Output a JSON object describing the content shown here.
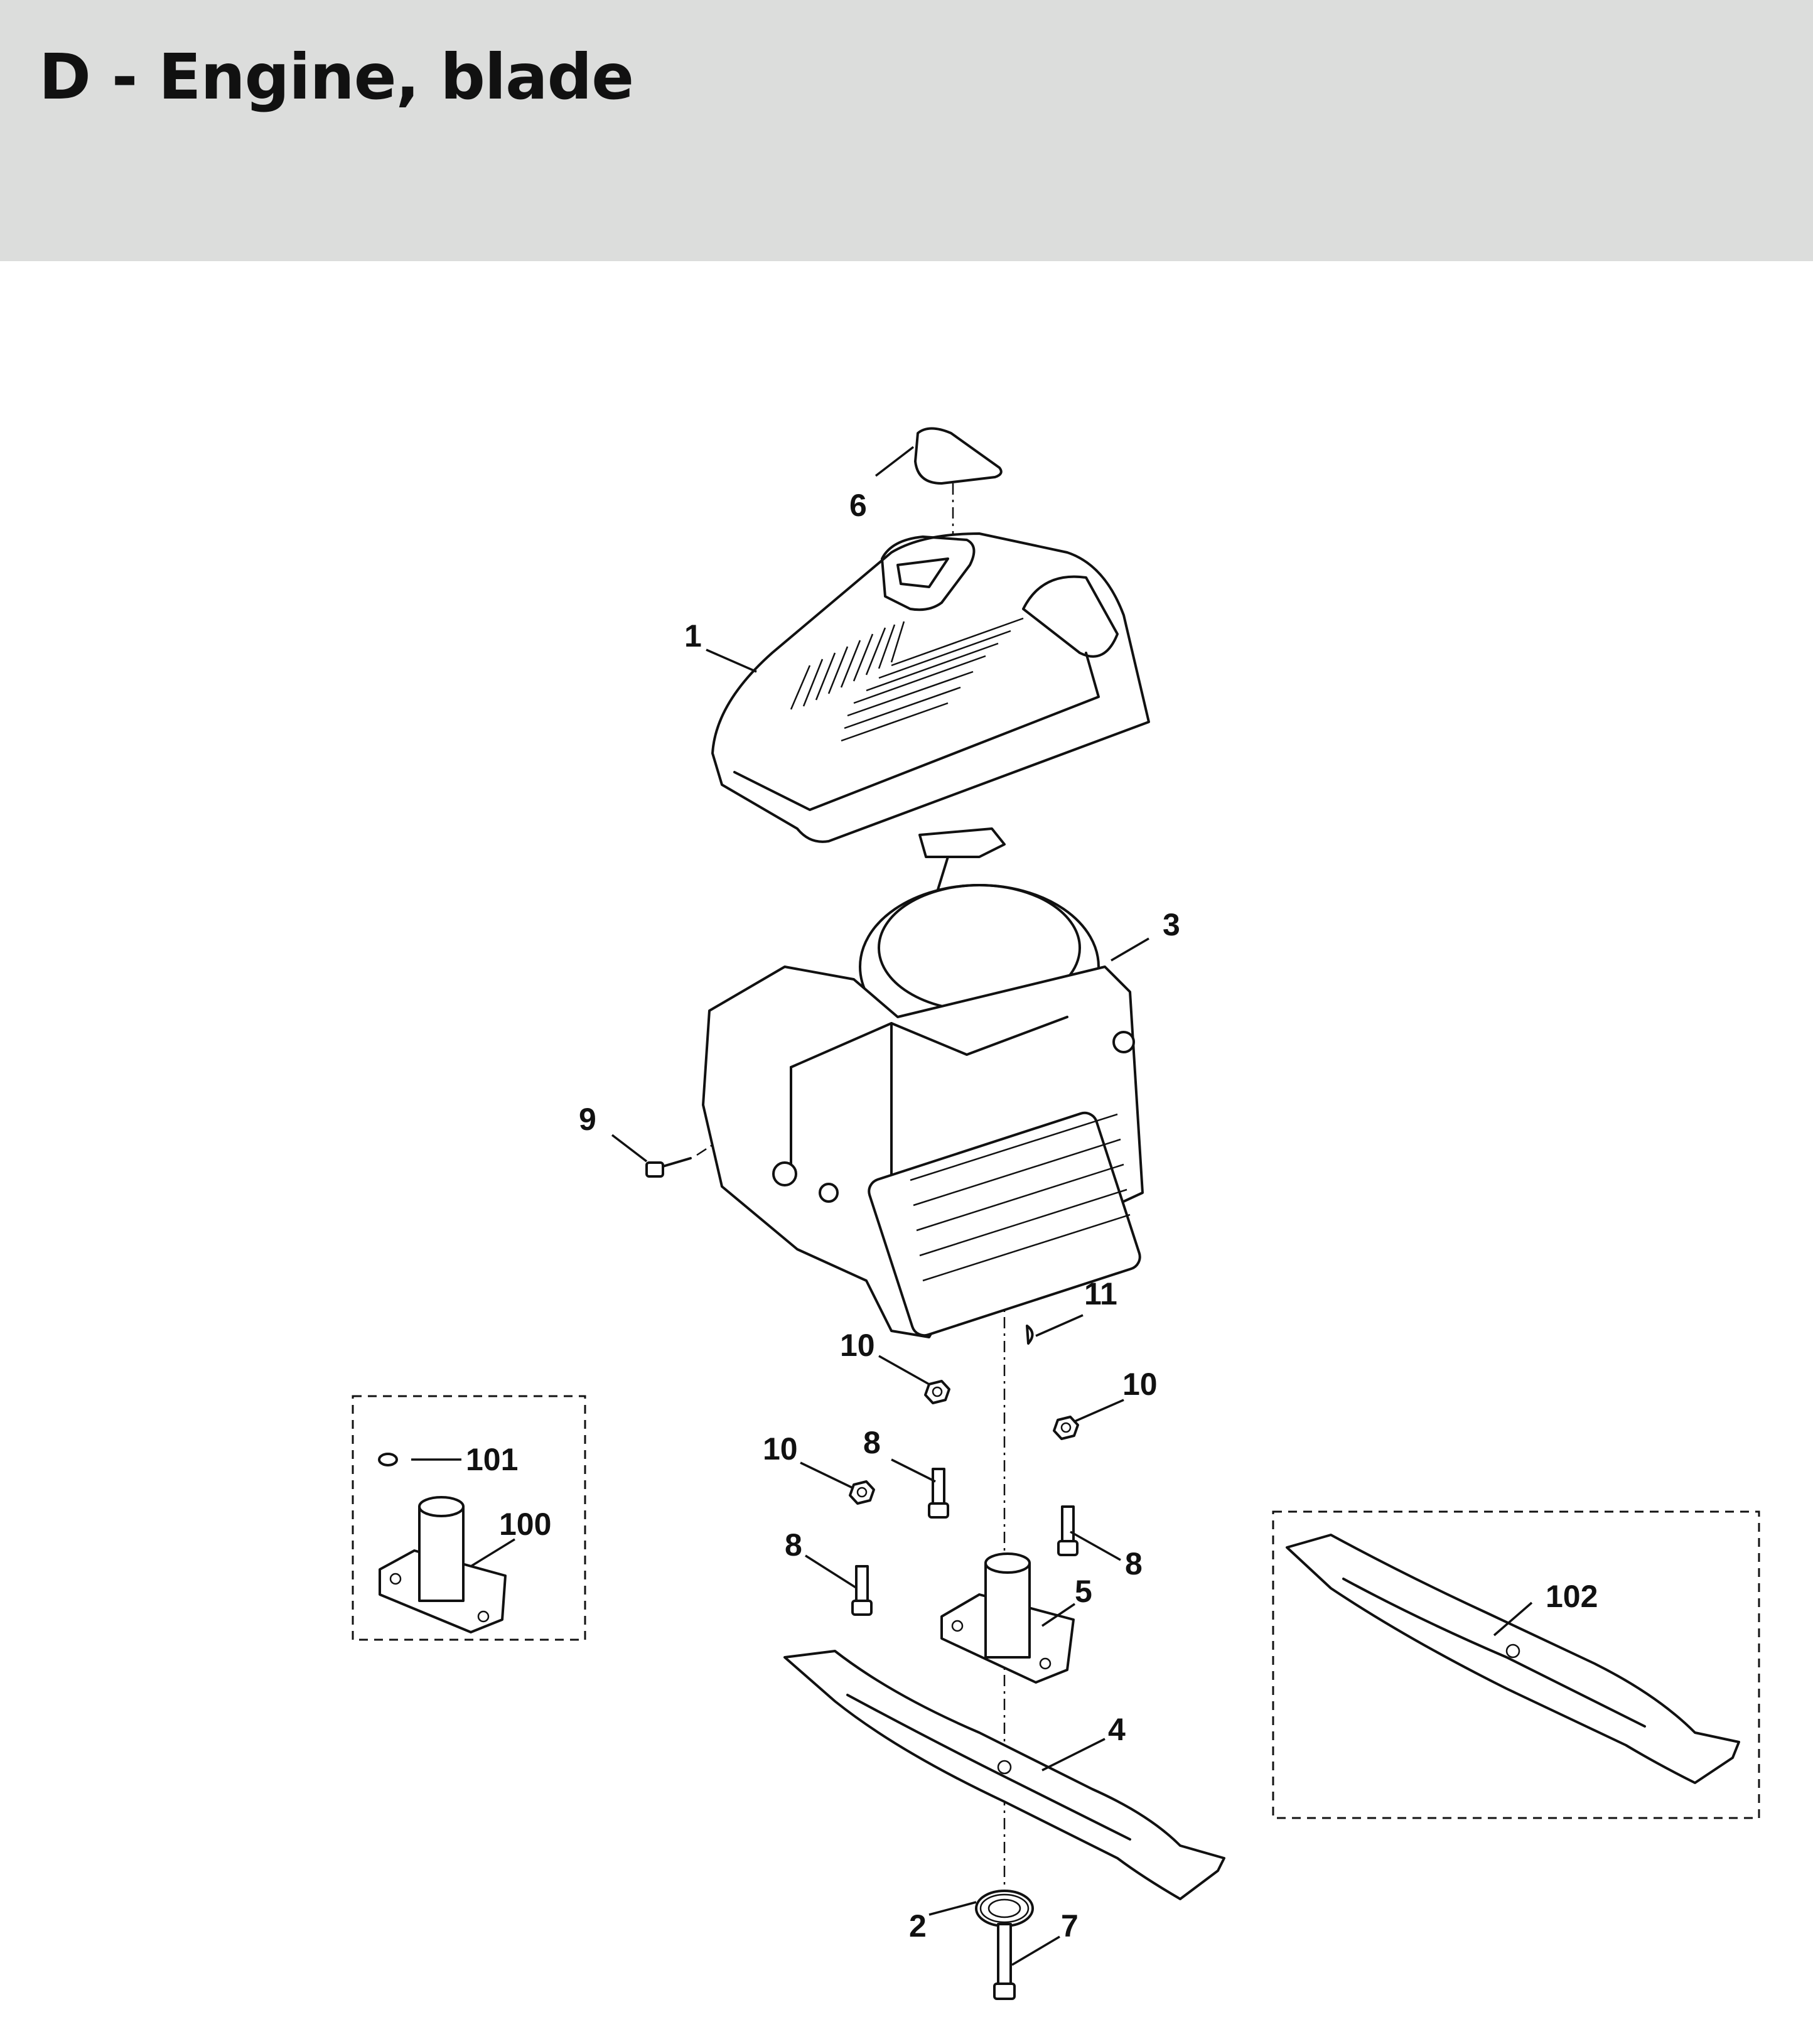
{
  "title": "D - Engine, blade",
  "labels": {
    "p1": "1",
    "p2": "2",
    "p3": "3",
    "p4": "4",
    "p5": "5",
    "p6": "6",
    "p7": "7",
    "p8a": "8",
    "p8b": "8",
    "p8c": "8",
    "p9": "9",
    "p10a": "10",
    "p10b": "10",
    "p10c": "10",
    "p11": "11",
    "p100": "100",
    "p101": "101",
    "p102": "102"
  }
}
